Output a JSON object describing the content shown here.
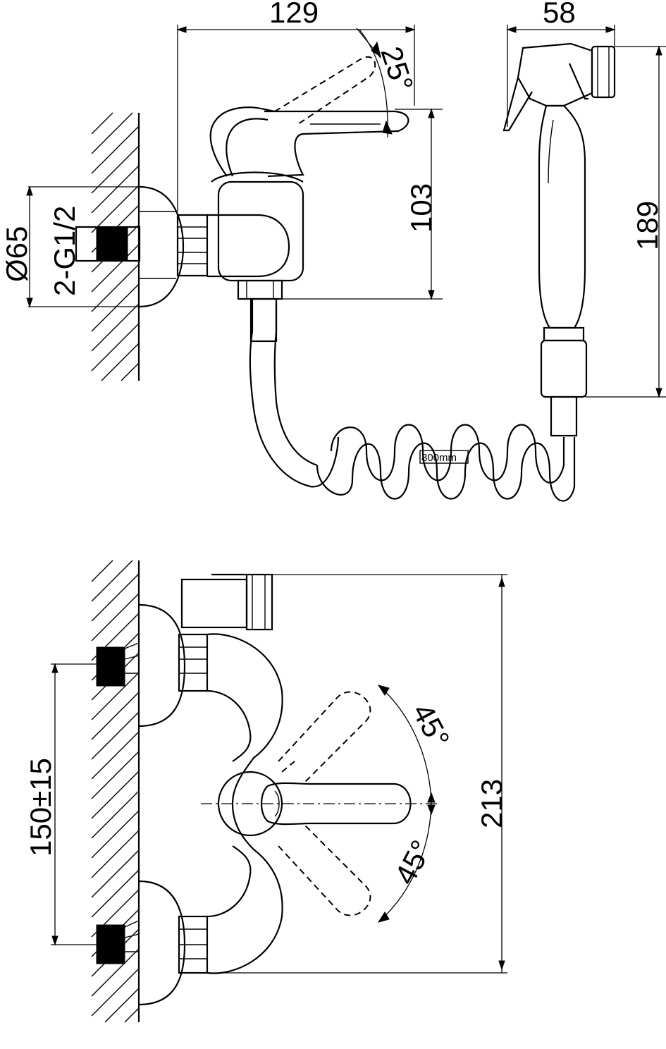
{
  "side_view": {
    "width_faucet": "129",
    "handle_tilt": "25°",
    "height_faucet": "103",
    "width_sprayer": "58",
    "height_sprayer": "189",
    "escutcheon_diameter": "Ø65",
    "thread_size": "2-G1/2",
    "hose_length": "800mm"
  },
  "front_view": {
    "handle_angle_up": "45°",
    "handle_angle_down": "45°",
    "inlet_spacing": "150±15",
    "total_height": "213"
  }
}
